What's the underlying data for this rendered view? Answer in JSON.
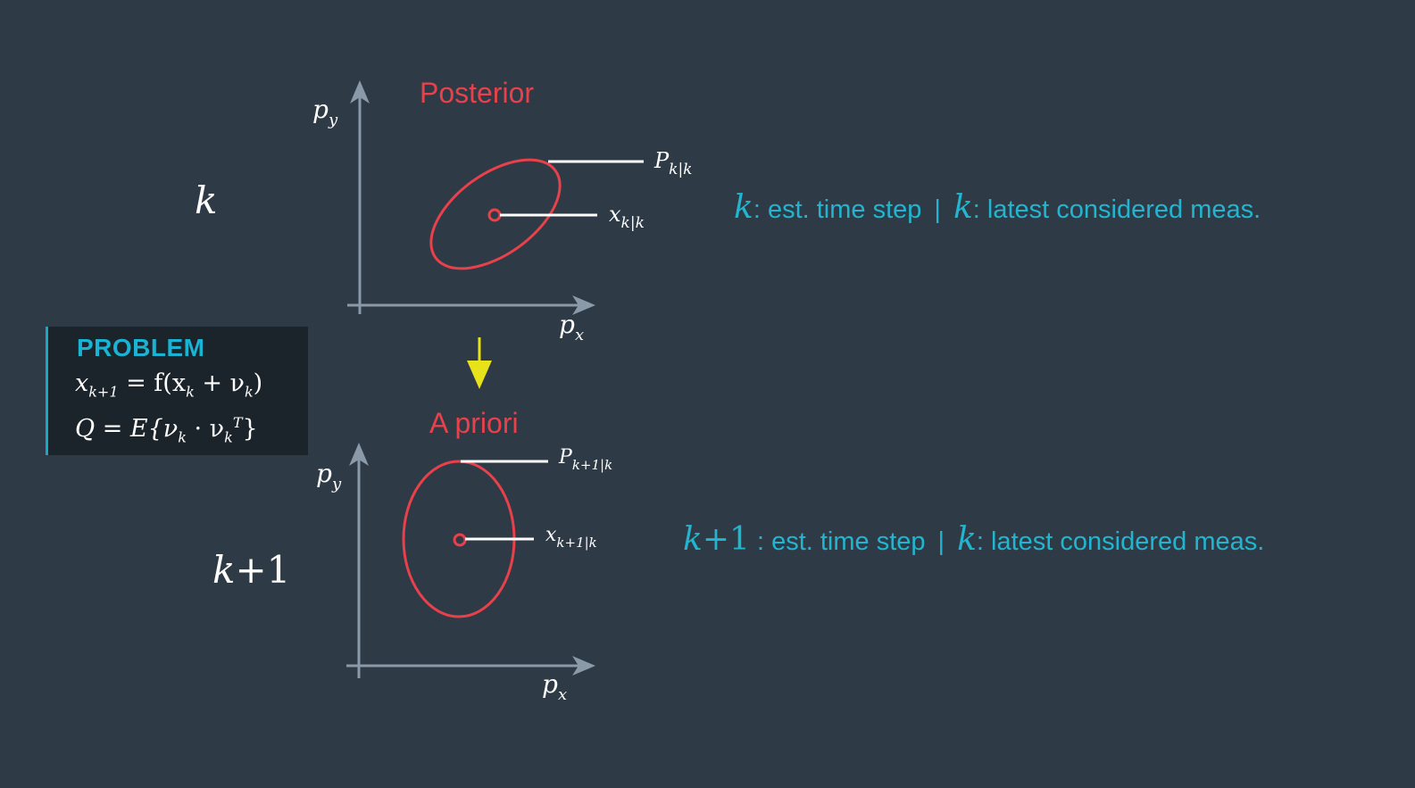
{
  "colors": {
    "background": "#2e3a46",
    "accent_cyan": "#23b5cf",
    "ellipse_red": "#e8414b",
    "axis_gray": "#8a9aa8",
    "arrow_yellow": "#e8e21a"
  },
  "steps": {
    "top_label": "k",
    "bottom_label_var": "k",
    "bottom_label_rest": "+1"
  },
  "problem": {
    "title": "PROBLEM",
    "eq1_lhs": "x",
    "eq1_lhs_sub": "k+1",
    "eq1_rhs_a": " = f(x",
    "eq1_rhs_sub1": "k",
    "eq1_rhs_b": " + ν",
    "eq1_rhs_sub2": "k",
    "eq1_rhs_c": ")",
    "eq2_a": "Q = E{ν",
    "eq2_sub1": "k",
    "eq2_b": " · ν",
    "eq2_sub2": "k",
    "eq2_sup": "T",
    "eq2_c": "}"
  },
  "posterior_plot": {
    "title": "Posterior",
    "y_axis_label": "p",
    "y_axis_sub": "y",
    "x_axis_label": "p",
    "x_axis_sub": "x",
    "cov_label": "P",
    "cov_sub": "k|k",
    "state_label": "x",
    "state_sub": "k|k"
  },
  "apriori_plot": {
    "title": "A priori",
    "y_axis_label": "p",
    "y_axis_sub": "y",
    "x_axis_label": "p",
    "x_axis_sub": "x",
    "cov_label": "P",
    "cov_sub": "k+1|k",
    "state_label": "x",
    "state_sub": "k+1|k"
  },
  "captions": {
    "top": {
      "var1": "k",
      "text1": ": est. time step",
      "separator": "|",
      "var2": "k",
      "text2": ": latest considered meas."
    },
    "bottom": {
      "var1": "k",
      "var1_rest": "+1",
      "text1": " : est. time step",
      "separator": "|",
      "var2": "k",
      "text2": ": latest considered meas."
    }
  }
}
